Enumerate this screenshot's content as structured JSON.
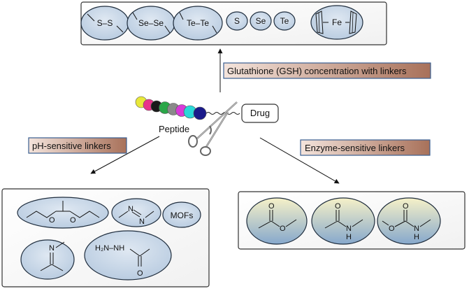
{
  "top_panel": {
    "ovals": [
      {
        "text": "S–S"
      },
      {
        "text": "Se–Se"
      },
      {
        "text": "Te–Te"
      },
      {
        "text": "S"
      },
      {
        "text": "Se"
      },
      {
        "text": "Te"
      },
      {
        "text": "Fe",
        "icon": "ferrocene-icon"
      }
    ]
  },
  "labels": {
    "gsh": "Glutathione (GSH) concentration with linkers",
    "ph": "pH-sensitive linkers",
    "enzyme": "Enzyme-sensitive linkers",
    "drug": "Drug",
    "peptide": "Peptide"
  },
  "bottom_left_panel": {
    "items": [
      {
        "icon": "acetal-structure-icon"
      },
      {
        "icon": "azo-structure-icon",
        "atoms": [
          "N",
          "N"
        ]
      },
      {
        "text": "MOFs"
      },
      {
        "icon": "imine-structure-icon",
        "atoms": [
          "N"
        ]
      },
      {
        "icon": "hydrazide-structure-icon",
        "atoms": [
          "H₂N–NH",
          "O"
        ]
      }
    ]
  },
  "bottom_right_panel": {
    "items": [
      {
        "icon": "ester-structure-icon",
        "atoms": [
          "O",
          "O"
        ]
      },
      {
        "icon": "amide-structure-icon",
        "atoms": [
          "O",
          "N",
          "H"
        ]
      },
      {
        "icon": "carbamate-structure-icon",
        "atoms": [
          "O",
          "O",
          "N",
          "H"
        ]
      }
    ]
  },
  "colors": {
    "oval_fill": "#c6d6e8",
    "oval_stroke": "#1f2d3d",
    "label_gradient_start": "#f4e4dc",
    "label_gradient_end": "#a8715a",
    "label_border": "#3a5f91",
    "right_oval_gradient_start": "#f5f0cc",
    "right_oval_gradient_end": "#8fb0d0",
    "bead_colors": [
      "#e8e83a",
      "#e8348a",
      "#2aa648",
      "#7a7a7a",
      "#3a3ad8",
      "#d83ad8",
      "#2ad8d8",
      "#1a1a8a"
    ]
  }
}
